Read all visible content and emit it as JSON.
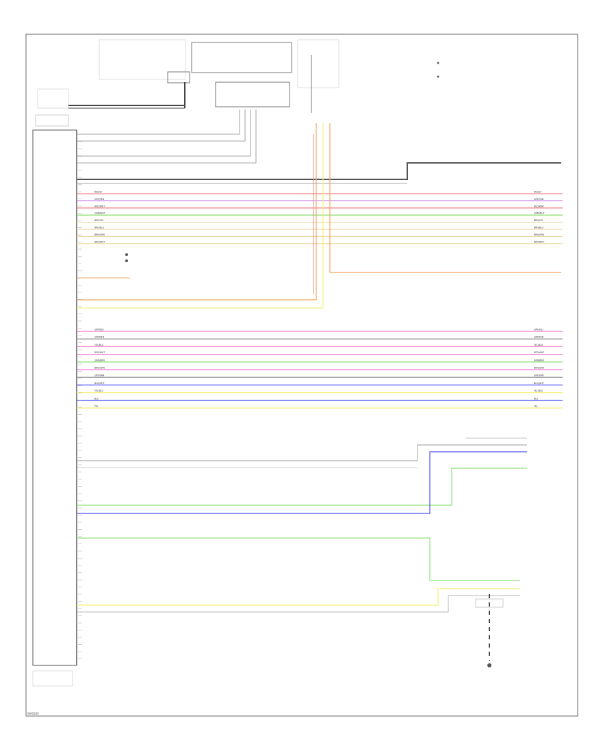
{
  "footer_code": "W00000",
  "colors": {
    "pink": "#f07fd8",
    "red": "#f08888",
    "tan": "#f0d8a8",
    "yellow": "#f4f07a",
    "green": "#8fe07a",
    "orange": "#f2a860",
    "blue": "#4f52f5",
    "violet": "#c878e8",
    "gray": "#9a9a9a",
    "black": "#333333"
  },
  "harness_groups": [
    {
      "wires": [
        {
          "color": "red",
          "label": "RED/LT"
        },
        {
          "color": "violet",
          "label": "GRY/RED"
        },
        {
          "color": "red",
          "label": "RED/WHT"
        },
        {
          "color": "green",
          "label": "GRN/WHT"
        },
        {
          "color": "tan",
          "label": "BRN/YEL"
        },
        {
          "color": "tan",
          "label": "BRN/BLU"
        },
        {
          "color": "tan",
          "label": "BRN/GRN"
        },
        {
          "color": "tan",
          "label": "BRN/WHT"
        }
      ]
    },
    {
      "wires": [
        {
          "color": "pink",
          "label": "GRY/BLU"
        },
        {
          "color": "gray",
          "label": "GRY/RED"
        },
        {
          "color": "pink",
          "label": "YEL/BLU"
        },
        {
          "color": "pink",
          "label": "RED/WHT"
        },
        {
          "color": "green",
          "label": "GRN/BRN"
        },
        {
          "color": "pink",
          "label": "BRN/GRN"
        },
        {
          "color": "gray",
          "label": "GRY/BRN"
        },
        {
          "color": "blue",
          "label": "BLU/WHT"
        },
        {
          "color": "yellow",
          "label": "YEL/BLU"
        },
        {
          "color": "blue",
          "label": "BLU"
        },
        {
          "color": "yellow",
          "label": "YEL"
        }
      ]
    }
  ]
}
